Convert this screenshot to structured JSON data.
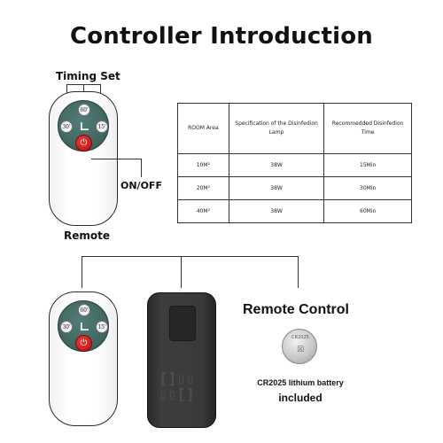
{
  "title": "Controller Introduction",
  "labels": {
    "timing_set": "Timing Set",
    "on_off": "ON/OFF",
    "remote": "Remote"
  },
  "remote_buttons": {
    "top": "60'",
    "left": "30'",
    "right": "15'"
  },
  "table": {
    "headers": [
      "ROOM Area",
      "Specification of the Disinfedion Lamp",
      "Recommedded Disinfedion Time"
    ],
    "rows": [
      [
        "10M²",
        "38W",
        "15Min"
      ],
      [
        "20M²",
        "38W",
        "30Min"
      ],
      [
        "40M²",
        "38W",
        "60Min"
      ]
    ]
  },
  "remote_control": {
    "title": "Remote Control",
    "coin_text": "CR2025",
    "battery_line1": "CR2025 lithium battery",
    "battery_line2": "included"
  },
  "colors": {
    "dial": "#3f6661",
    "power": "#d42020",
    "back_case": "#333333"
  }
}
